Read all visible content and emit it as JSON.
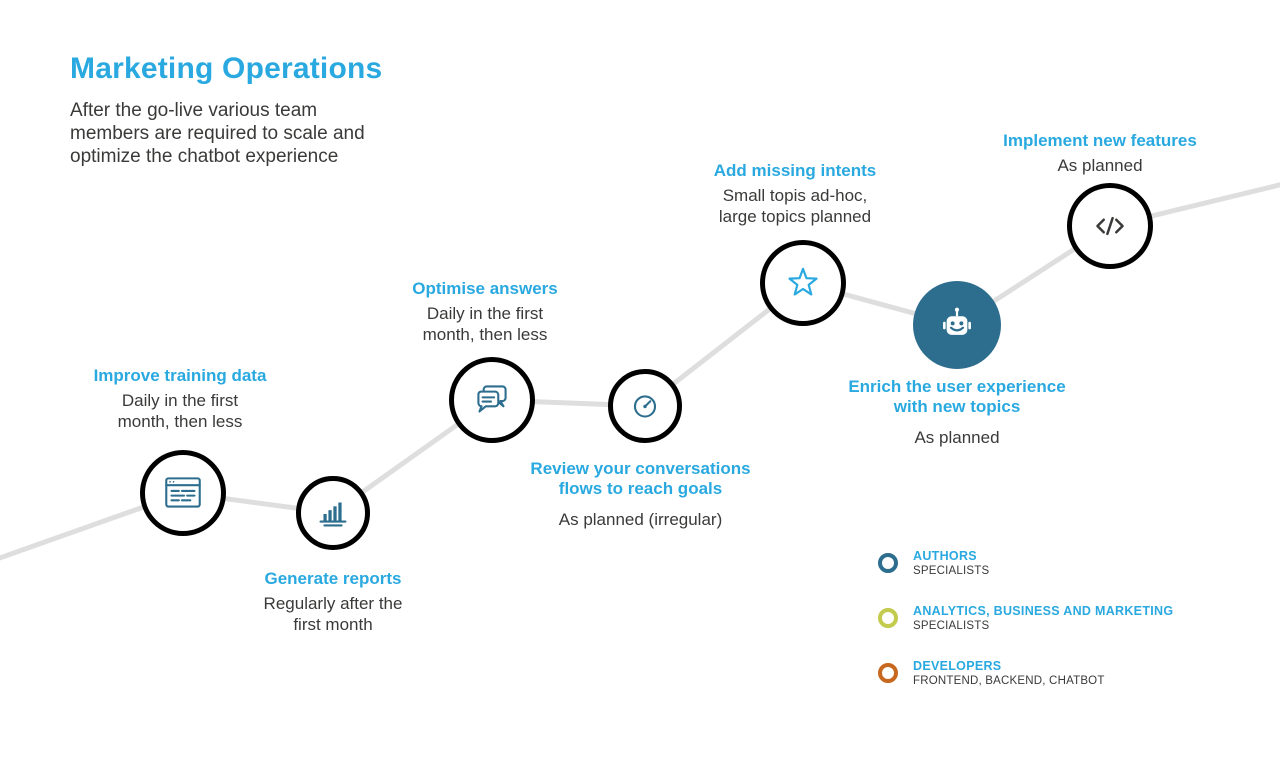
{
  "header": {
    "title": "Marketing Operations",
    "subtitle": "After the go-live various team\nmembers are required to scale and\noptimize the chatbot experience"
  },
  "colors": {
    "accent_blue": "#29A9E0",
    "dark_blue": "#2D6E8E",
    "yellow_green": "#C3CB4C",
    "orange": "#C8681E",
    "path_gray": "#DEDEDE",
    "text_dark": "#3A3A39"
  },
  "nodes": [
    {
      "title": "Improve training data",
      "schedule": "Daily in the first\nmonth, then less",
      "icon": "browser-report-icon",
      "role_color": "#2D6E8E"
    },
    {
      "title": "Generate reports",
      "schedule": "Regularly after the\nfirst month",
      "icon": "bar-chart-icon",
      "role_color": "#C3CB4C"
    },
    {
      "title": "Optimise answers",
      "schedule": "Daily in the first\nmonth, then less",
      "icon": "chat-bubbles-icon",
      "role_color": "#2D6E8E"
    },
    {
      "title": "Review your conversations\nflows to reach goals",
      "schedule": "As planned (irregular)",
      "icon": "gauge-icon",
      "role_color": "#C3CB4C"
    },
    {
      "title": "Add missing intents",
      "schedule": "Small topis ad-hoc,\nlarge topics planned",
      "icon": "star-icon",
      "role_color": "#29A9E0"
    },
    {
      "title": "Enrich the user experience\nwith new topics",
      "schedule": "As planned",
      "icon": "robot-icon",
      "role_color": "#2D6E8E"
    },
    {
      "title": "Implement new features",
      "schedule": "As planned",
      "icon": "code-icon",
      "role_color": "#C8681E"
    }
  ],
  "legend": [
    {
      "title": "AUTHORS",
      "subtitle": "SPECIALISTS",
      "color": "#2D6E8E"
    },
    {
      "title": "ANALYTICS, BUSINESS AND MARKETING",
      "subtitle": "SPECIALISTS",
      "color": "#C3CB4C"
    },
    {
      "title": "DEVELOPERS",
      "subtitle": "FRONTEND, BACKEND, CHATBOT",
      "color": "#C8681E"
    }
  ]
}
